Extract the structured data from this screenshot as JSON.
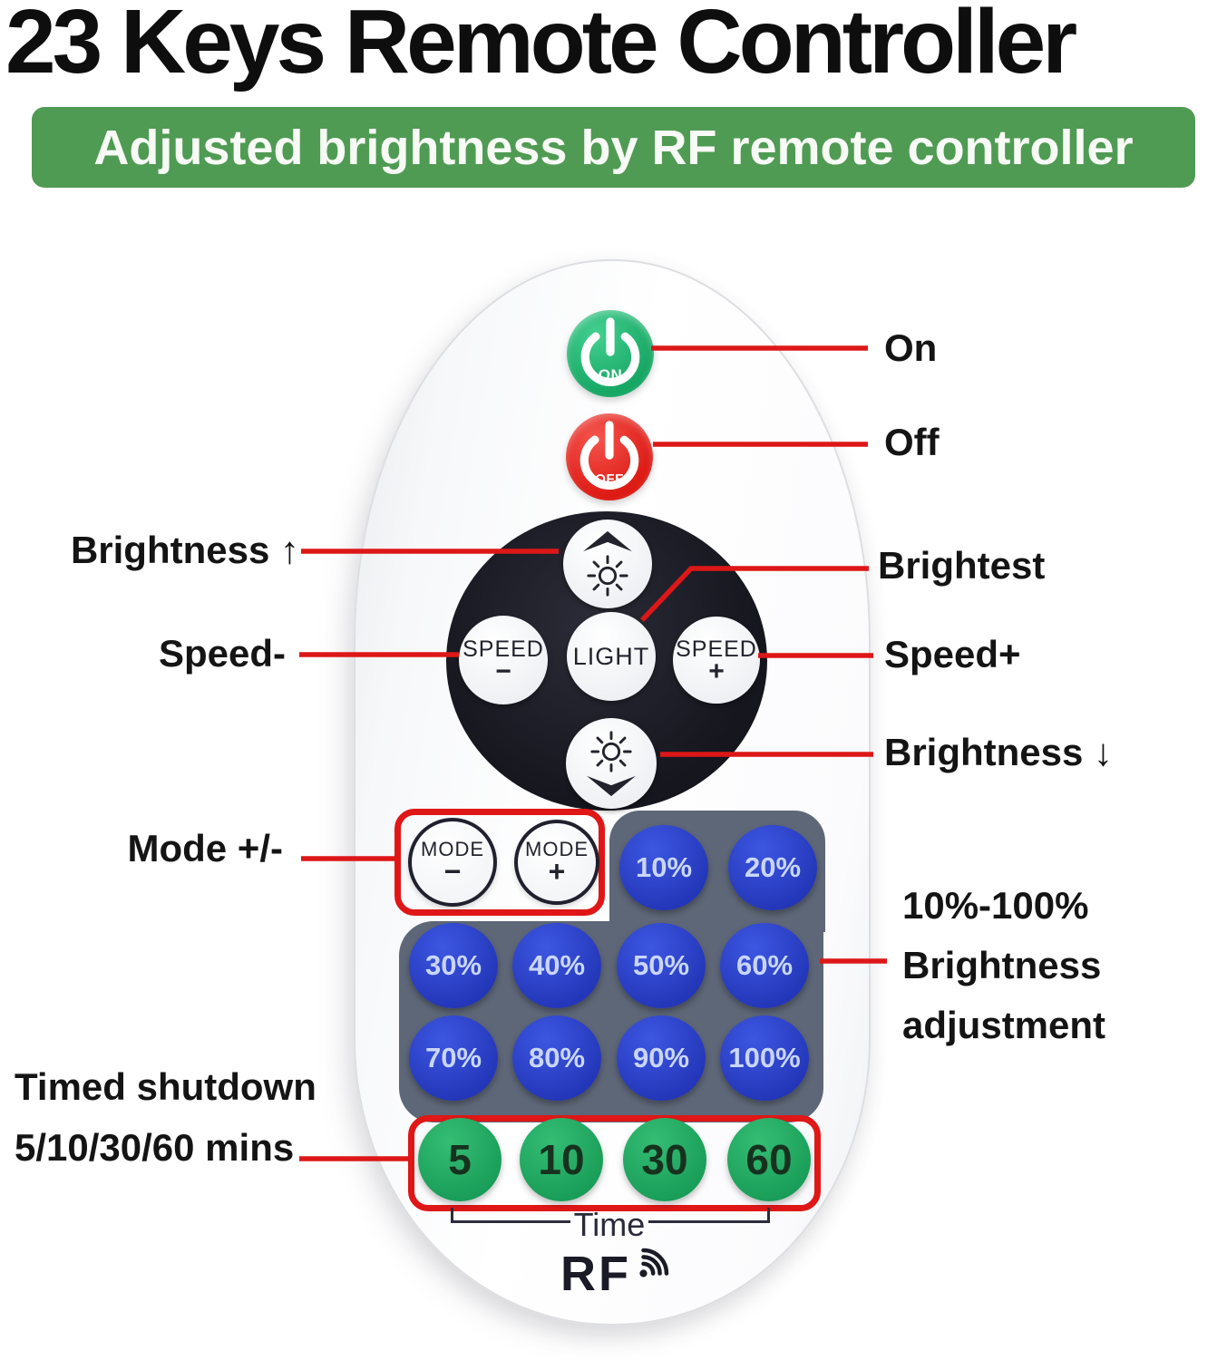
{
  "title": "23 Keys Remote Controller",
  "banner": "Adjusted brightness by RF remote controller",
  "remote": {
    "on_button": "ON",
    "off_button": "OFF",
    "pad": {
      "speed_minus_line1": "SPEED",
      "speed_minus_line2": "−",
      "light": "LIGHT",
      "speed_plus_line1": "SPEED",
      "speed_plus_line2": "+"
    },
    "mode_minus_line1": "MODE",
    "mode_minus_line2": "−",
    "mode_plus_line1": "MODE",
    "mode_plus_line2": "+",
    "percent_buttons": [
      "10%",
      "20%",
      "30%",
      "40%",
      "50%",
      "60%",
      "70%",
      "80%",
      "90%",
      "100%"
    ],
    "timer_buttons": [
      "5",
      "10",
      "30",
      "60"
    ],
    "time_label": "Time",
    "rf_label": "RF"
  },
  "annotations": {
    "on": "On",
    "off": "Off",
    "brightness_up": "Brightness ↑",
    "brightest": "Brightest",
    "speed_minus": "Speed-",
    "speed_plus": "Speed+",
    "brightness_down": "Brightness ↓",
    "mode": "Mode +/-",
    "percent_line1": "10%-100%",
    "percent_line2": "Brightness",
    "percent_line3": "adjustment",
    "timed_line1": "Timed shutdown",
    "timed_line2": "5/10/30/60 mins"
  },
  "colors": {
    "banner_green": "#4f9b53",
    "on_green": "#17a764",
    "off_red": "#dd1b15",
    "key_blue": "#2336b8",
    "panel_gray": "#5e6778",
    "timer_green": "#189c57",
    "annotation_red": "#dd1717"
  }
}
